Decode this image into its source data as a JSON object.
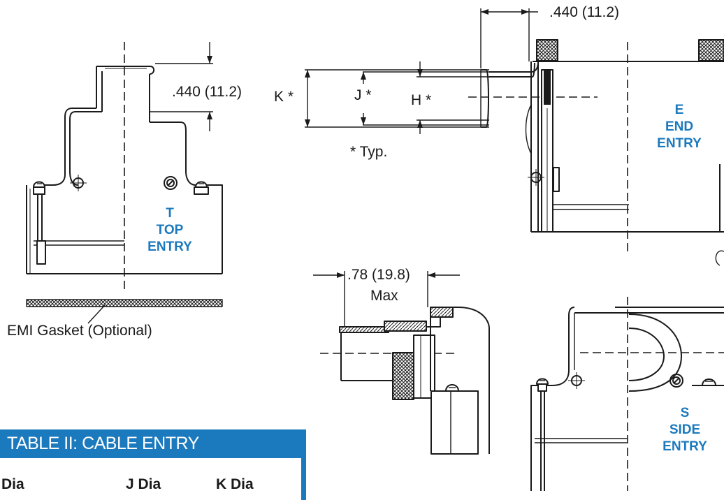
{
  "dimensions": {
    "top_entry_height": ".440 (11.2)",
    "end_entry_length": ".440 (11.2)",
    "side_entry_max": ".78 (19.8)",
    "side_entry_max_word": "Max"
  },
  "labels": {
    "k": "K *",
    "j": "J *",
    "h": "H *",
    "typ_note": "* Typ.",
    "gasket": "EMI Gasket (Optional)"
  },
  "views": {
    "top": {
      "code": "T",
      "line1": "TOP",
      "line2": "ENTRY"
    },
    "end": {
      "code": "E",
      "line1": "END",
      "line2": "ENTRY"
    },
    "side": {
      "code": "S",
      "line1": "SIDE",
      "line2": "ENTRY"
    }
  },
  "table": {
    "title": "TABLE II: CABLE ENTRY",
    "columns": [
      "Dia",
      "J Dia",
      "K Dia"
    ]
  },
  "colors": {
    "accent": "#1b79bd",
    "line": "#1a1a1a"
  }
}
